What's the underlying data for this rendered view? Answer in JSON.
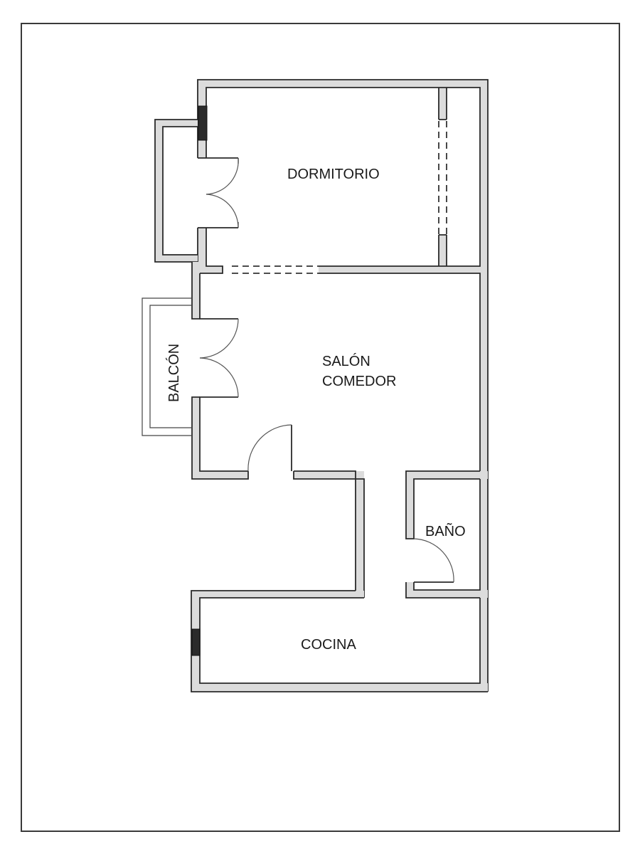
{
  "plan": {
    "rooms": [
      {
        "id": "dormitorio",
        "label": "DORMITORIO"
      },
      {
        "id": "salon",
        "label_line1": "SALÓN",
        "label_line2": "COMEDOR"
      },
      {
        "id": "balcon",
        "label": "BALCÓN"
      },
      {
        "id": "bano",
        "label": "BAÑO"
      },
      {
        "id": "cocina",
        "label": "COCINA"
      }
    ],
    "colors": {
      "wall_fill": "#dcdcdc",
      "wall_line": "#2a2a2a",
      "window": "#2b2b2b",
      "background": "#ffffff"
    }
  }
}
